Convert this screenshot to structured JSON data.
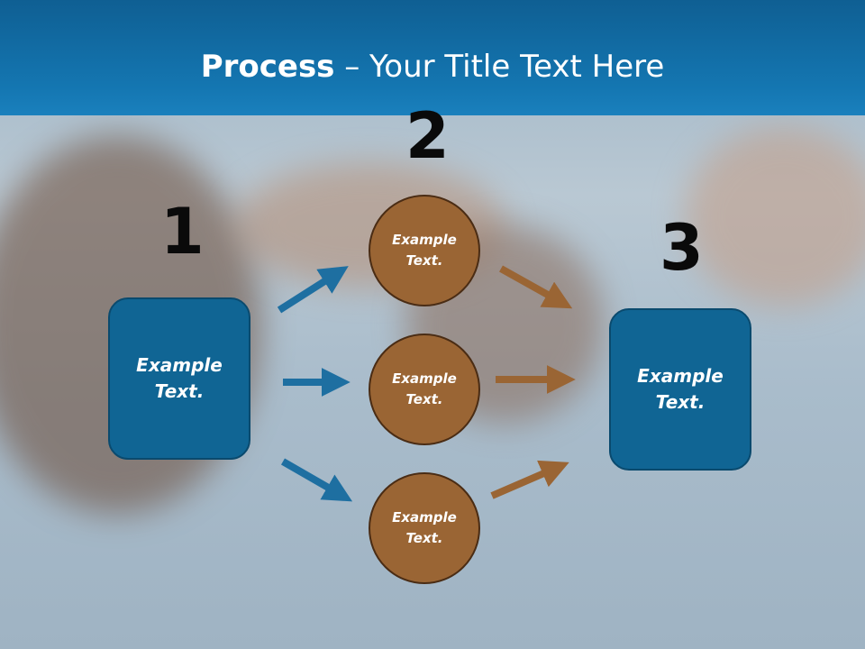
{
  "title": {
    "bold": "Process",
    "rest": " – Your Title Text Here"
  },
  "steps": {
    "one": "1",
    "two": "2",
    "three": "3"
  },
  "left_box": {
    "text": "Example Text."
  },
  "circles": [
    {
      "text": "Example Text."
    },
    {
      "text": "Example Text."
    },
    {
      "text": "Example Text."
    }
  ],
  "right_box": {
    "text": "Example Text."
  },
  "colors": {
    "header": "#1476b1",
    "box": "#106594",
    "circle": "#9a6534",
    "blue_arrow": "#1e6fa1",
    "brown_arrow": "#9a6534"
  }
}
